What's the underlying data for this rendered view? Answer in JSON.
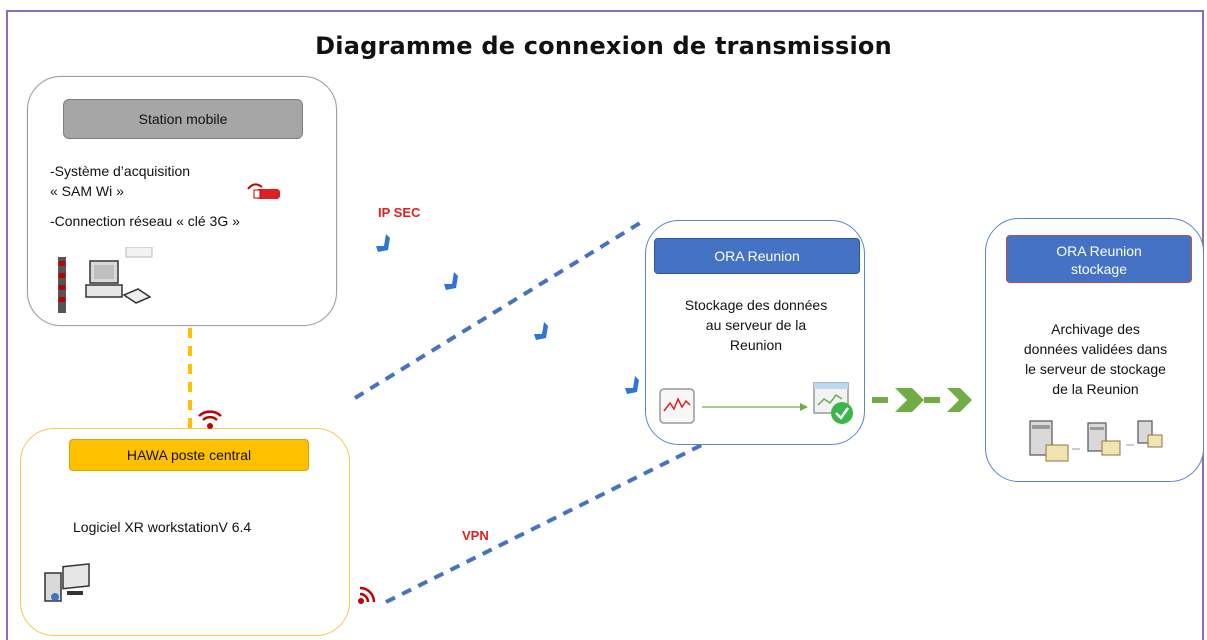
{
  "title": "Diagramme de connexion de transmission",
  "station_mobile": {
    "header": "Station mobile",
    "line1": "-Système d’acquisition",
    "line2": "« SAM  Wi »",
    "line3": "-Connection réseau « clé 3G »"
  },
  "hawa": {
    "header": "HAWA poste central",
    "software": "Logiciel XR workstationV 6.4"
  },
  "ora_reunion": {
    "header": "ORA Reunion",
    "desc_line1": "Stockage des données",
    "desc_line2": "au serveur de la",
    "desc_line3": "Reunion"
  },
  "ora_stockage": {
    "header_line1": "ORA Reunion",
    "header_line2": "stockage",
    "desc_line1": "Archivage des",
    "desc_line2": "données validées dans",
    "desc_line3": "le serveur de stockage",
    "desc_line4": "de la Reunion"
  },
  "links": {
    "ipsec": "IP SEC",
    "vpn": "VPN"
  },
  "colors": {
    "frame": "#8a6fb3",
    "dashed_link": "#4472c4",
    "yellow_link": "#ffc000",
    "red_label": "#e02020",
    "green_arrow": "#70ad47",
    "packet": "#2e75d6"
  }
}
